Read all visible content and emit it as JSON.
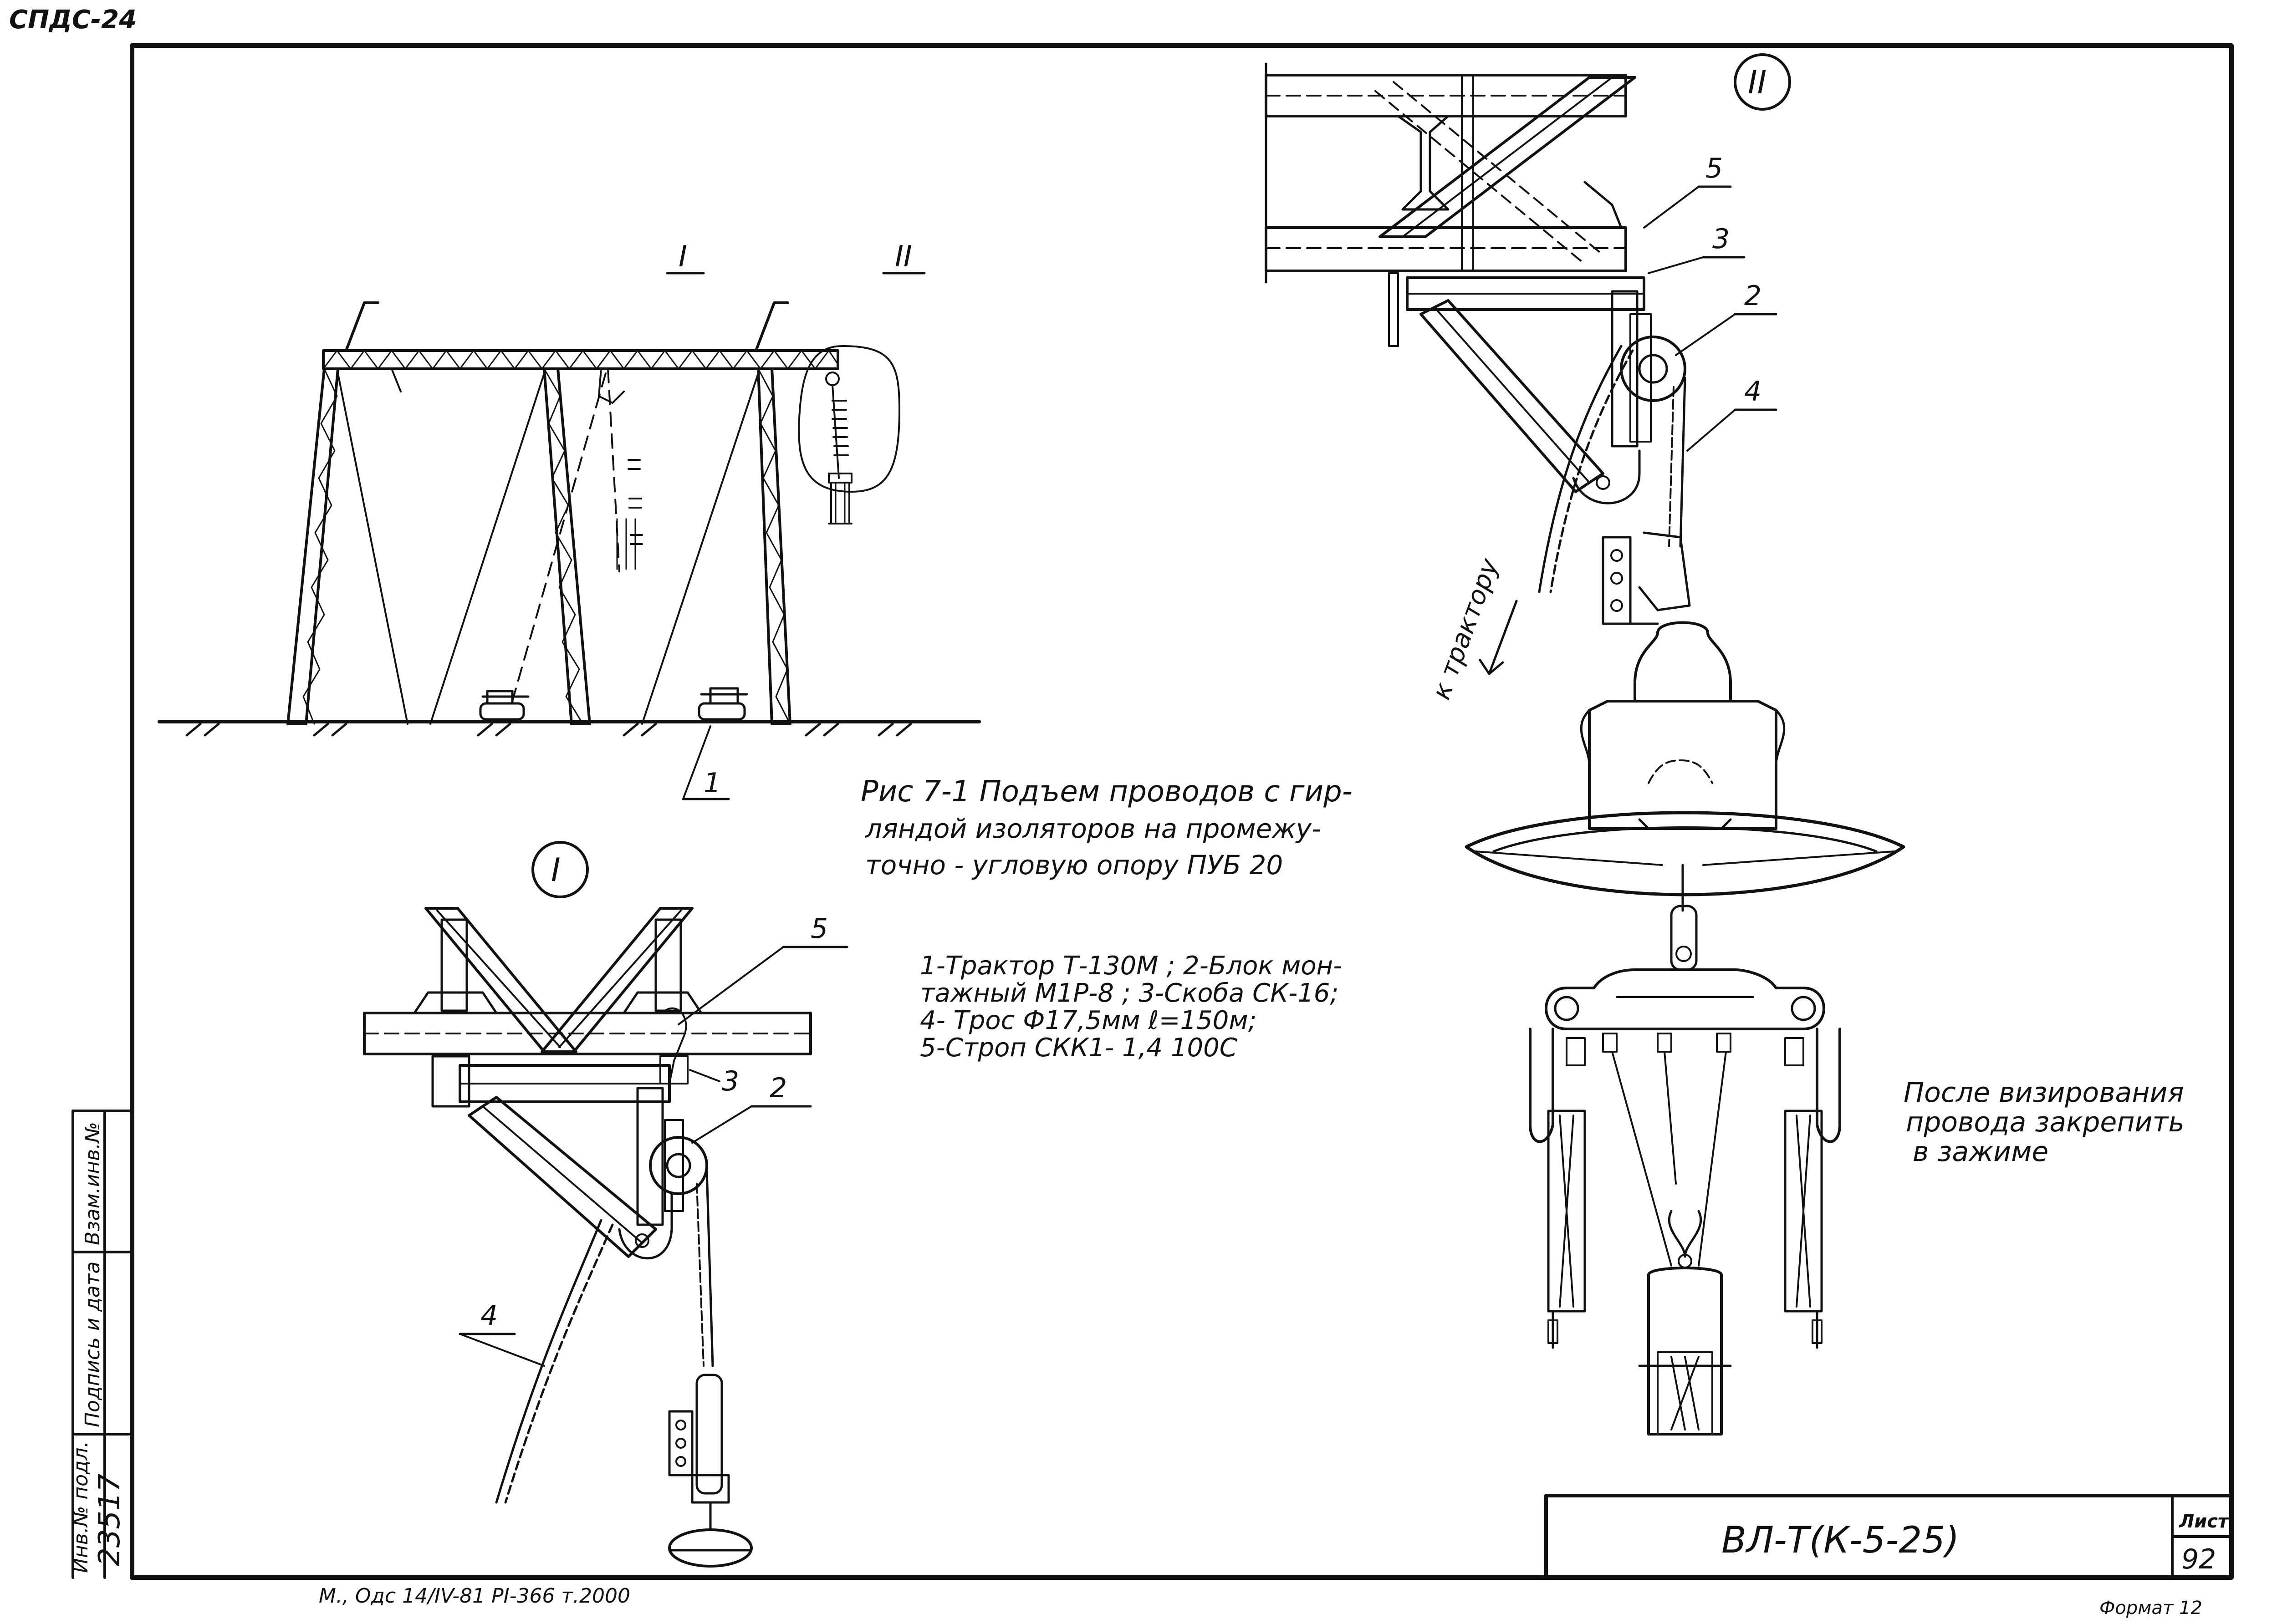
{
  "sheet": {
    "top_code": "СПДС-24",
    "main_title": "ВЛ-Т(К-5-25)",
    "sheet_label": "Лист",
    "sheet_number": "92",
    "format": "Формат 12",
    "print_line": "М., Одс 14/IV-81 РI-366 т.2000"
  },
  "side_stamp": {
    "inv_podl": "Инв.№ подл.",
    "inv_number": "23517",
    "sign_date": "Подпись и дата",
    "vzam_inv": "Взам.инв.№"
  },
  "views": {
    "view1": "I",
    "view2": "II"
  },
  "caption": {
    "line1": "Рис 7-1 Подъем проводов с гир-",
    "line2": "ляндой изоляторов на промежу-",
    "line3": "точно - угловую опору ПУБ 20"
  },
  "legend": {
    "line1": "1-Трактор Т-130М ; 2-Блок мон-",
    "line2": "тажный М1Р-8 ; 3-Скоба СК-16;",
    "line3": "4- Трос Ф17,5мм ℓ=150м;",
    "line4": "5-Строп СКК1- 1,4 100С"
  },
  "note": {
    "line1": "После визирования",
    "line2": "провода закрепить",
    "line3": "в зажиме"
  },
  "tractor_arrow": "к трактору",
  "callouts": {
    "n1": "1",
    "n2": "2",
    "n3": "3",
    "n4": "4",
    "n5": "5"
  }
}
